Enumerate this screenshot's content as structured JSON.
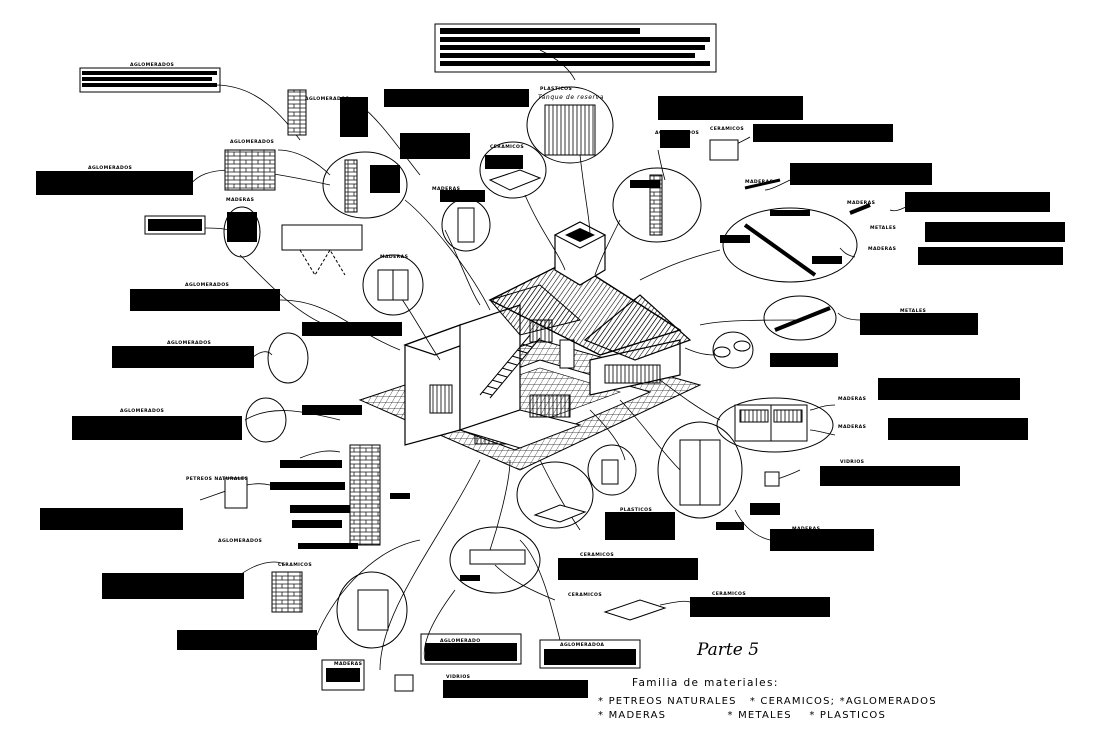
{
  "labels": {
    "aglomerados": "AGLOMERADOS",
    "ceramicos": "CERAMICOS",
    "maderas": "MADERAS",
    "metales": "METALES",
    "plasticos": "PLASTICOS",
    "vidrios": "VIDRIOS",
    "petreos_naturales": "PETREOS NATURALES",
    "aglomerado": "AGLOMERADO",
    "aglomeradoa": "AGLOMERADOA",
    "tanque": "Tanque de reserva"
  },
  "title": "Parte  5",
  "legend": {
    "heading": "Familia de materiales:",
    "line1": "* PETREOS NATURALES   * CERAMICOS; *AGLOMERADOS",
    "line2": "* MADERAS              * METALES    * PLASTICOS"
  }
}
